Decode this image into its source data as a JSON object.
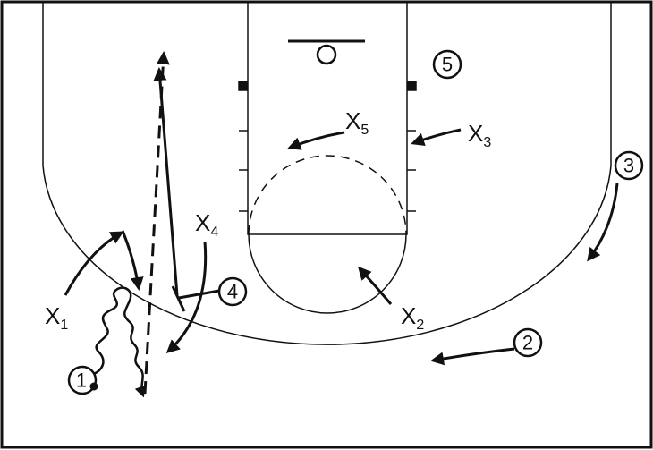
{
  "diagram": {
    "offense": [
      {
        "id": "1",
        "label": "1",
        "has_ball": true
      },
      {
        "id": "2",
        "label": "2"
      },
      {
        "id": "3",
        "label": "3"
      },
      {
        "id": "4",
        "label": "4"
      },
      {
        "id": "5",
        "label": "5"
      }
    ],
    "defense": [
      {
        "id": "x1",
        "letter": "X",
        "sub": "1"
      },
      {
        "id": "x2",
        "letter": "X",
        "sub": "2"
      },
      {
        "id": "x3",
        "letter": "X",
        "sub": "3"
      },
      {
        "id": "x4",
        "letter": "X",
        "sub": "4"
      },
      {
        "id": "x5",
        "letter": "X",
        "sub": "5"
      }
    ],
    "colors": {
      "line": "#111111",
      "background": "#ffffff"
    }
  }
}
